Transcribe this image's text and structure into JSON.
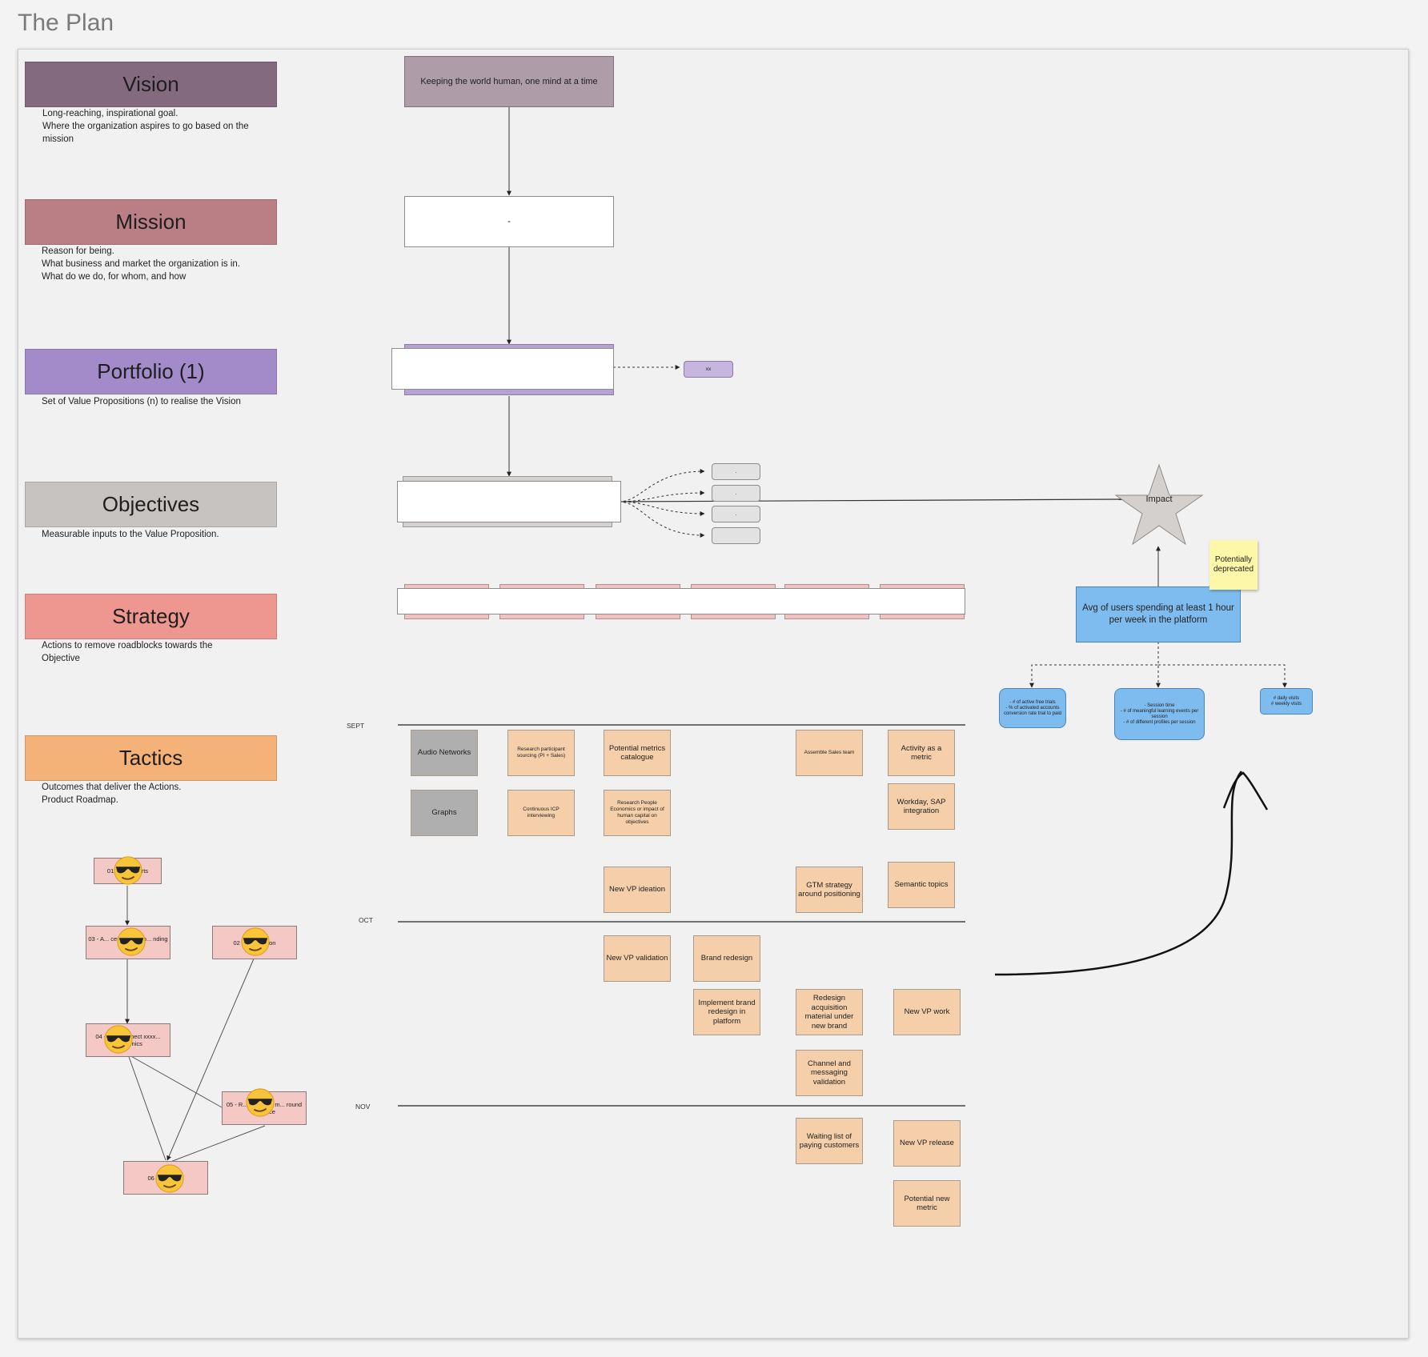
{
  "page": {
    "title": "The Plan"
  },
  "levels": [
    {
      "key": "vision",
      "title": "Vision",
      "color": "#836a7f",
      "description": "Long-reaching, inspirational goal.\nWhere the organization aspires to go based on the mission"
    },
    {
      "key": "mission",
      "title": "Mission",
      "color": "#b97f84",
      "description": "Reason for being.\nWhat business and market the organization is in.\nWhat do we do, for whom, and how"
    },
    {
      "key": "portfolio",
      "title": "Portfolio (1)",
      "color": "#a38ac8",
      "description": "Set of Value Propositions (n) to realise the Vision"
    },
    {
      "key": "objectives",
      "title": "Objectives",
      "color": "#c7c3c0",
      "description": "Measurable inputs to the Value Proposition."
    },
    {
      "key": "strategy",
      "title": "Strategy",
      "color": "#ee9790",
      "description": "Actions to remove roadblocks towards the Objective"
    },
    {
      "key": "tactics",
      "title": "Tactics",
      "color": "#f5b278",
      "description": "Outcomes that deliver the Actions.\nProduct Roadmap."
    }
  ],
  "flow": {
    "vision_text": "Keeping the world human, one mind at a time",
    "mission_text": "-",
    "portfolio_tag": "xx",
    "objective_pills": [
      ".",
      ".",
      ".",
      ""
    ]
  },
  "impact": {
    "star_label": "Impact",
    "metric_label": "Avg of users spending at least 1 hour per week in the platform",
    "sticky_note": "Potentially deprecated",
    "sub_metrics": [
      "- # of active free trials\n- % of activated accounts conversion rate trial to paid",
      "- Session time\n- # of meaningful learning events per session\n- # of different profiles per session",
      "# daily visits\n# weekly visits"
    ]
  },
  "months": [
    "SEPT",
    "OCT",
    "NOV"
  ],
  "tactics_cards": [
    {
      "id": "audio",
      "text": "Audio Networks",
      "style": "grey"
    },
    {
      "id": "graphs",
      "text": "Graphs",
      "style": "grey"
    },
    {
      "id": "research",
      "text": "Research participant sourcing (PI + Sales)",
      "style": "tiny"
    },
    {
      "id": "icp",
      "text": "Continuous ICP interviewing",
      "style": "tiny"
    },
    {
      "id": "metrics_catalogue",
      "text": "Potential metrics catalogue",
      "style": ""
    },
    {
      "id": "people_economics",
      "text": "Research People Economics or impact of human capital on objectives",
      "style": "tiny"
    },
    {
      "id": "vp_ideation",
      "text": "New VP ideation",
      "style": ""
    },
    {
      "id": "sales_team",
      "text": "Assemble Sales team",
      "style": "tiny"
    },
    {
      "id": "gtm",
      "text": "GTM strategy around positioning",
      "style": ""
    },
    {
      "id": "activity_metric",
      "text": "Activity as a metric",
      "style": ""
    },
    {
      "id": "workday",
      "text": "Workday, SAP integration",
      "style": ""
    },
    {
      "id": "semantic",
      "text": "Semantic topics",
      "style": ""
    },
    {
      "id": "vp_validation",
      "text": "New VP validation",
      "style": ""
    },
    {
      "id": "brand_redesign",
      "text": "Brand redesign",
      "style": ""
    },
    {
      "id": "implement_brand",
      "text": "Implement brand redesign in platform",
      "style": ""
    },
    {
      "id": "redesign_acq",
      "text": "Redesign acquisition material under new brand",
      "style": ""
    },
    {
      "id": "vp_work",
      "text": "New VP work",
      "style": ""
    },
    {
      "id": "channel",
      "text": "Channel and messaging validation",
      "style": ""
    },
    {
      "id": "waiting_list",
      "text": "Waiting list of paying customers",
      "style": ""
    },
    {
      "id": "vp_release",
      "text": "New VP release",
      "style": ""
    },
    {
      "id": "new_metric",
      "text": "Potential new metric",
      "style": ""
    }
  ],
  "dependency_cards": [
    {
      "id": "n01",
      "text": "01 - St... efforts"
    },
    {
      "id": "n03",
      "text": "03 - A... cep, continuo... nding d..."
    },
    {
      "id": "n02",
      "text": "02 - Co... action"
    },
    {
      "id": "n04",
      "text": "04 - ... to connect xxxx... economics"
    },
    {
      "id": "n05",
      "text": "05 - R... rand and m... round v... ence"
    },
    {
      "id": "n06",
      "text": "06 - R... a VP"
    }
  ],
  "colors": {
    "accent_blue": "#7ebcef",
    "card_orange": "#f5cfa9",
    "card_grey": "#afafaf",
    "card_pink": "#f3c8c5",
    "sticky_yellow": "#fdf8a8"
  }
}
